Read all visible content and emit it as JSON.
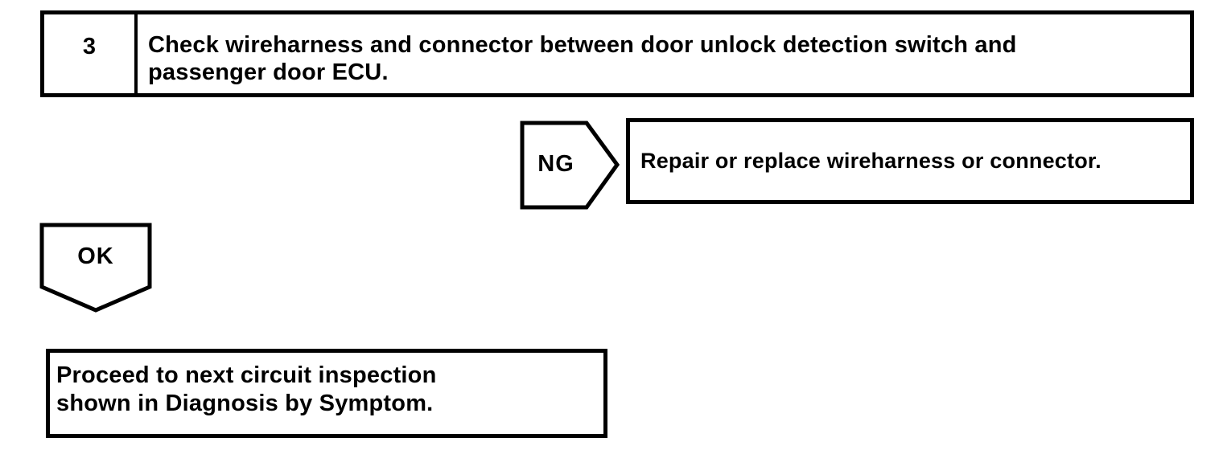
{
  "page": {
    "paper_color": "#ffffff",
    "ink_color": "#000000"
  },
  "flowchart": {
    "step": {
      "number": "3",
      "instruction": "Check wireharness and connector between door unlock detection switch and\npassenger door ECU."
    },
    "ng_branch": {
      "label": "NG",
      "action": "Repair or replace wireharness or connector."
    },
    "ok_branch": {
      "label": "OK",
      "result": "Proceed to next circuit inspection\nshown in Diagnosis by Symptom."
    }
  }
}
